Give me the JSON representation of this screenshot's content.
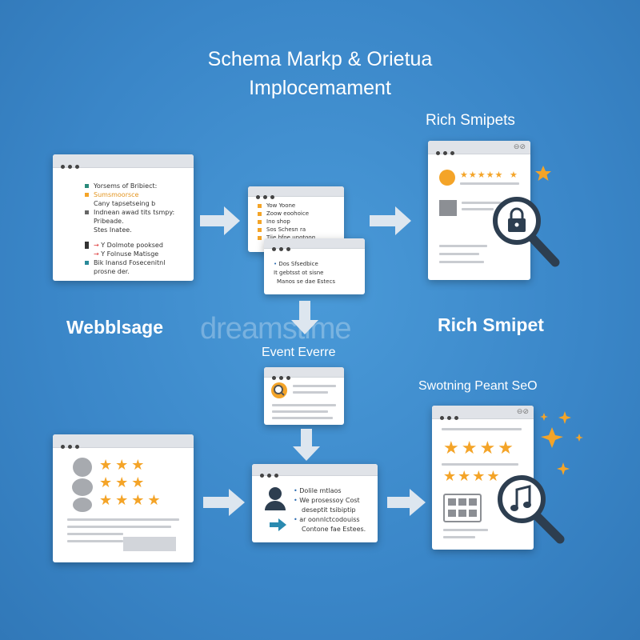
{
  "title": {
    "line1": "Schema Markp & Orietua",
    "line2": "Implocemament"
  },
  "labels": {
    "rich_snippets_top": "Rich Smipets",
    "webpage": "Webblsage",
    "rich_snippet_mid": "Rich Smipet",
    "event": "Event Everre",
    "swotning": "Swotning Peant SeO"
  },
  "watermark": "dreamstime",
  "webpage_window": {
    "lines": [
      "Yorsems of Bribiect:",
      "Sumsmoorsce",
      "Cany tapsetseing b",
      "Indnean awad tits tsmpy:",
      "Pribeade.",
      "Stes Inatee.",
      "Y Dolmote pooksed",
      "Y Folnuse Matisge",
      "Bik Inansd Fosecenitnl",
      "prosne der."
    ]
  },
  "code_window_1": {
    "lines": [
      "Yow Yoone",
      "Zoow eoohoice",
      "Ino shop",
      "Sos Schesn ra",
      "Tiie bfoe unotoog"
    ]
  },
  "code_window_2": {
    "lines": [
      "Dos Sfsedbice",
      "It gebtsst ot sisne",
      "Manos se dae Estecs"
    ]
  },
  "flow_window": {
    "lines": [
      "Dolile mtlaos",
      "We prosessoy Cost",
      "deseptit tsibiptip",
      "ar oonnlctcodouiss",
      "Contone fae Estees."
    ]
  },
  "rich_snippet_stars": {
    "top_rating": "★★★★★",
    "top_extra": "★"
  },
  "icons": [
    "star-icon",
    "magnifier-icon",
    "lock-icon",
    "music-note-icon",
    "person-icon",
    "search-icon",
    "arrow-icon",
    "sparkle-icon"
  ],
  "colors": {
    "background": "#3a86c8",
    "accent_star": "#f4a428",
    "arrow": "#dde6ef",
    "window_bar": "#e0e3e8",
    "magnifier": "#2d3e50"
  }
}
